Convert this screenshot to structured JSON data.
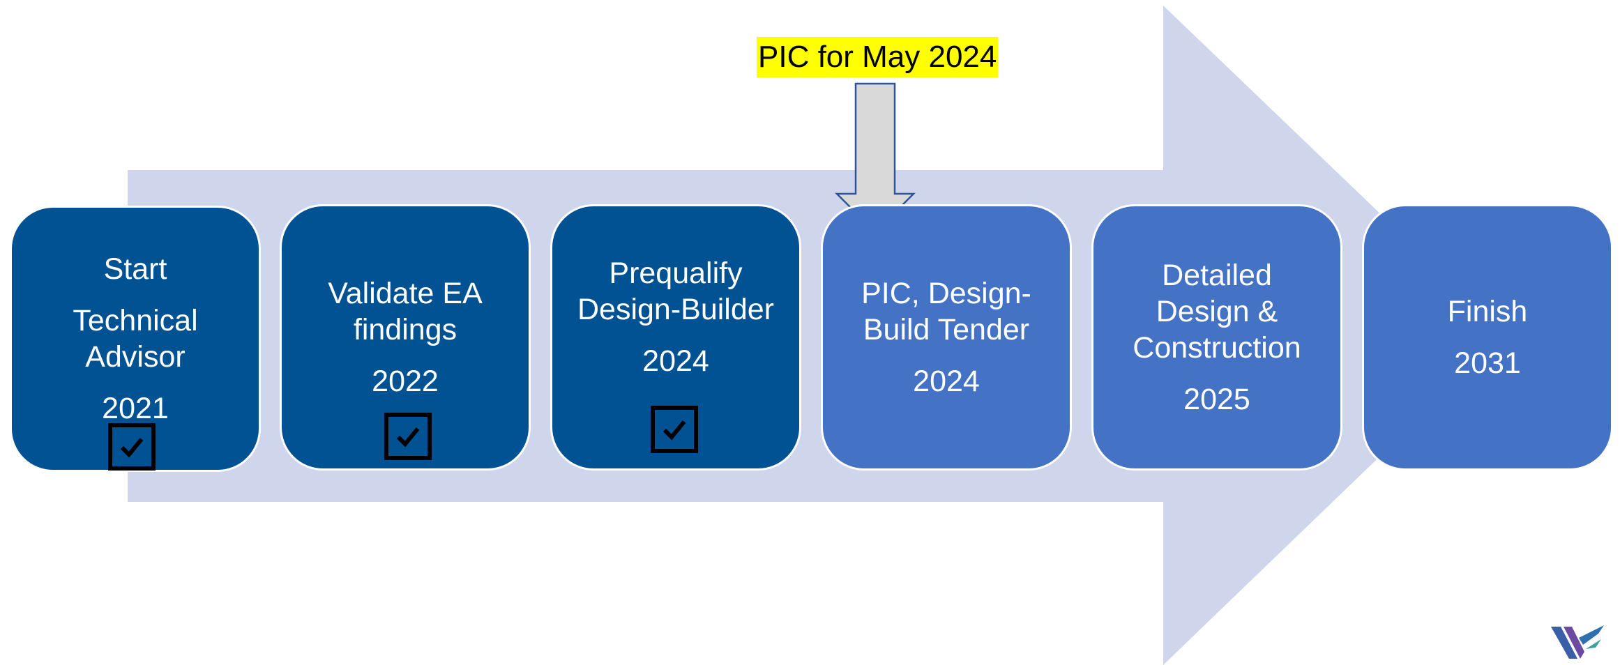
{
  "callout": {
    "text": "PIC for May 2024"
  },
  "steps": [
    {
      "lines": [
        "Start"
      ],
      "sub_lines": [
        "Technical",
        "Advisor"
      ],
      "year": "2021",
      "status": "complete"
    },
    {
      "lines": [
        "Validate EA",
        "findings"
      ],
      "year": "2022",
      "status": "complete"
    },
    {
      "lines": [
        "Prequalify",
        "Design-Builder"
      ],
      "year": "2024",
      "status": "complete"
    },
    {
      "lines": [
        "PIC, Design-",
        "Build Tender"
      ],
      "year": "2024",
      "status": "upcoming"
    },
    {
      "lines": [
        "Detailed",
        "Design &",
        "Construction"
      ],
      "year": "2025",
      "status": "upcoming"
    },
    {
      "lines": [
        "Finish"
      ],
      "year": "2031",
      "status": "upcoming"
    }
  ],
  "colors": {
    "complete": "#005293",
    "upcoming": "#4472c4",
    "background_arrow": "#cfd5ea",
    "callout_highlight": "#ffff00",
    "pointer_arrow": "#d9d9d9"
  },
  "icons": {
    "check": "checkbox-checked-icon",
    "pointer": "down-arrow-icon",
    "logo": "logo-icon"
  }
}
